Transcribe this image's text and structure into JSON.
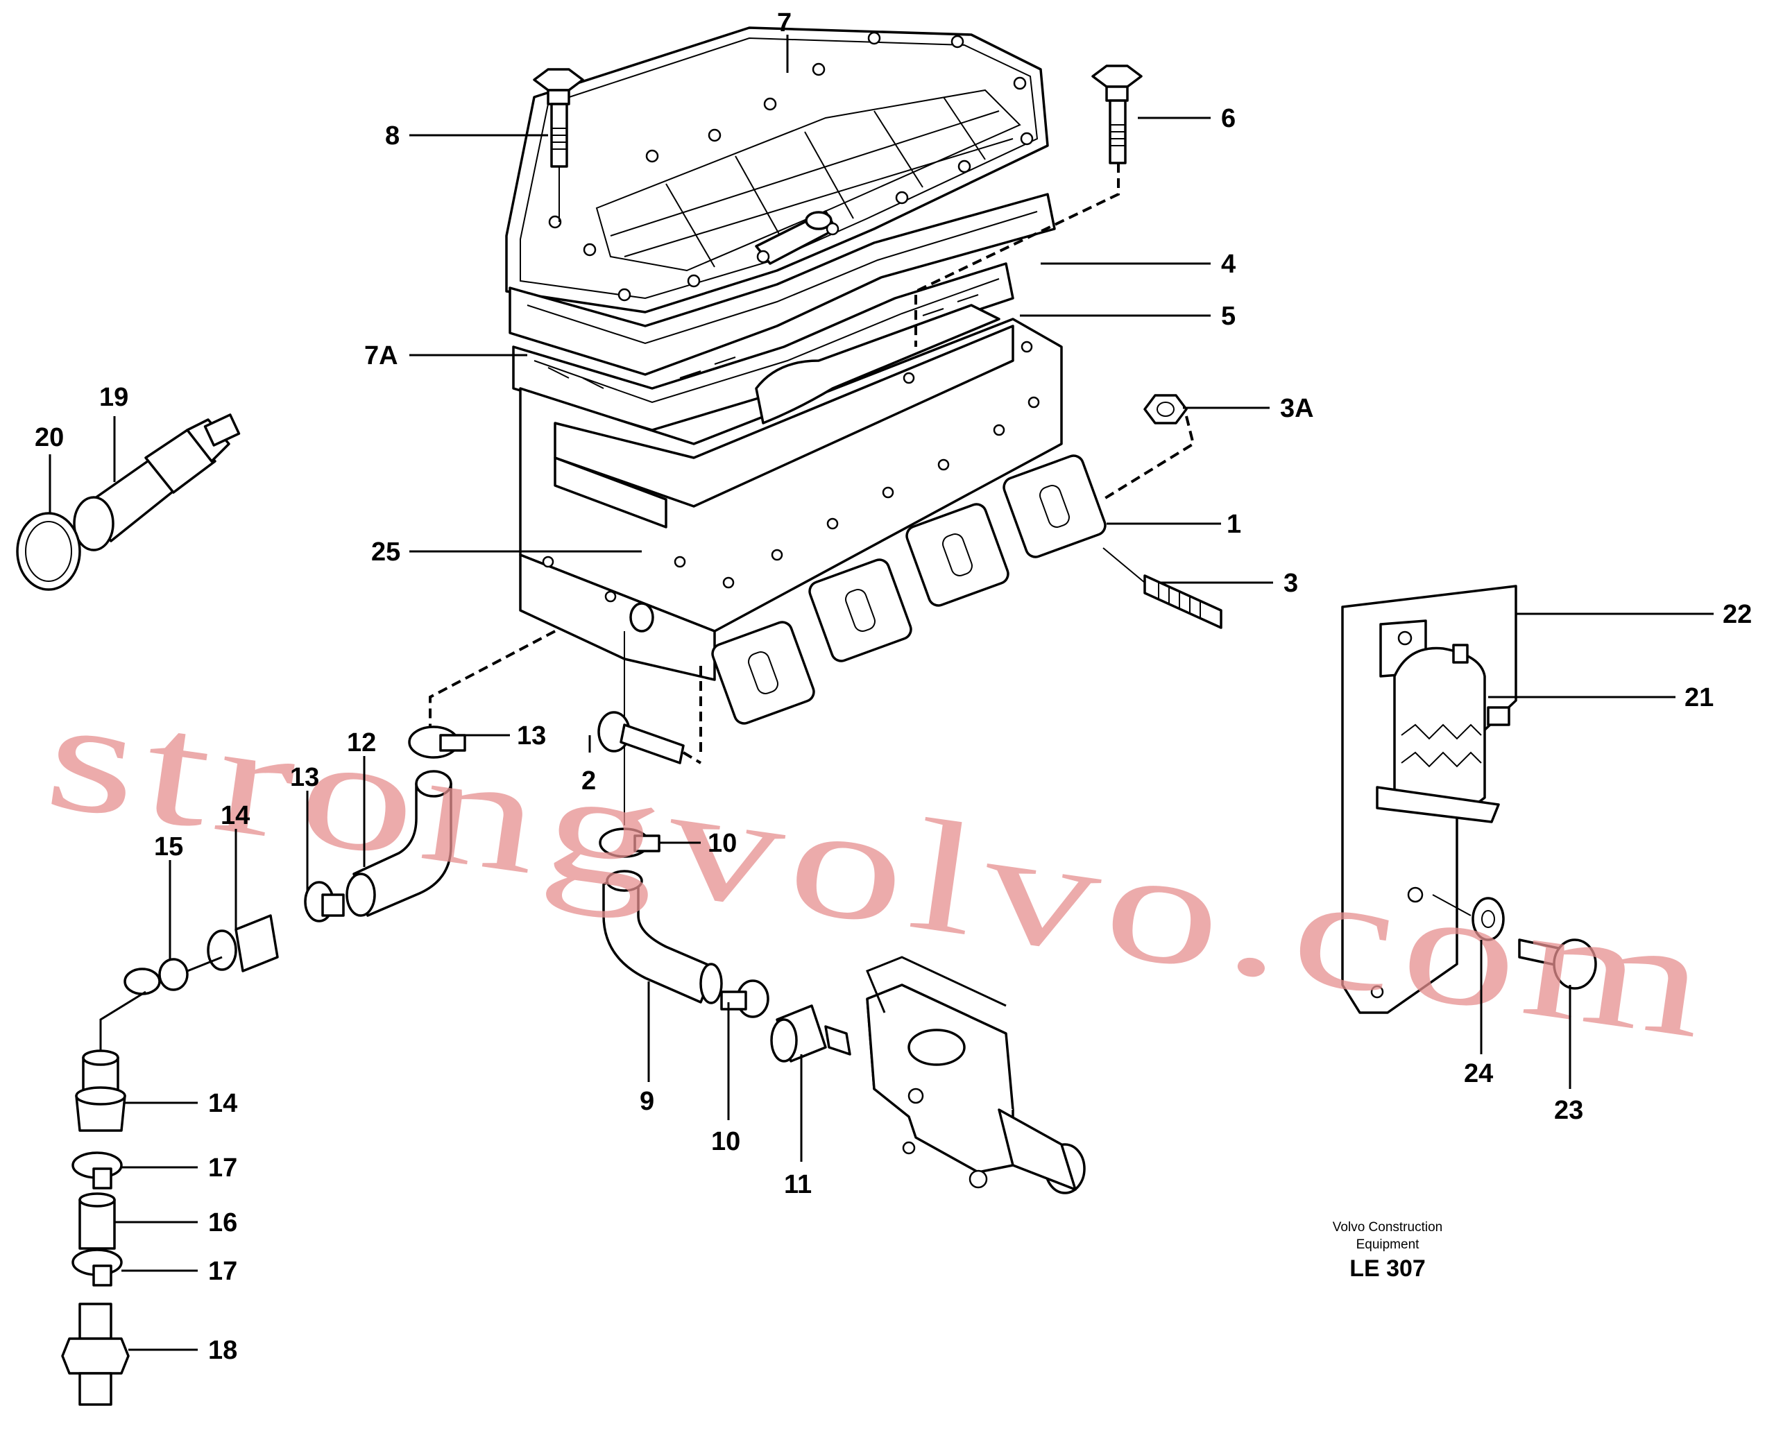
{
  "diagram": {
    "callouts": [
      {
        "id": "7",
        "text": "7"
      },
      {
        "id": "8",
        "text": "8"
      },
      {
        "id": "6",
        "text": "6"
      },
      {
        "id": "4",
        "text": "4"
      },
      {
        "id": "5",
        "text": "5"
      },
      {
        "id": "7A",
        "text": "7A"
      },
      {
        "id": "3A",
        "text": "3A"
      },
      {
        "id": "19",
        "text": "19"
      },
      {
        "id": "20",
        "text": "20"
      },
      {
        "id": "1",
        "text": "1"
      },
      {
        "id": "25",
        "text": "25"
      },
      {
        "id": "3",
        "text": "3"
      },
      {
        "id": "22",
        "text": "22"
      },
      {
        "id": "21",
        "text": "21"
      },
      {
        "id": "13a",
        "text": "13"
      },
      {
        "id": "12",
        "text": "12"
      },
      {
        "id": "13b",
        "text": "13"
      },
      {
        "id": "2",
        "text": "2"
      },
      {
        "id": "10a",
        "text": "10"
      },
      {
        "id": "14a",
        "text": "14"
      },
      {
        "id": "15",
        "text": "15"
      },
      {
        "id": "9",
        "text": "9"
      },
      {
        "id": "10b",
        "text": "10"
      },
      {
        "id": "11",
        "text": "11"
      },
      {
        "id": "14b",
        "text": "14"
      },
      {
        "id": "17a",
        "text": "17"
      },
      {
        "id": "16",
        "text": "16"
      },
      {
        "id": "17b",
        "text": "17"
      },
      {
        "id": "18",
        "text": "18"
      },
      {
        "id": "24",
        "text": "24"
      },
      {
        "id": "23",
        "text": "23"
      }
    ],
    "credit_line1": "Volvo Construction",
    "credit_line2": "Equipment",
    "drawing_code": "LE 307",
    "watermark": "strongvolvo.com"
  }
}
